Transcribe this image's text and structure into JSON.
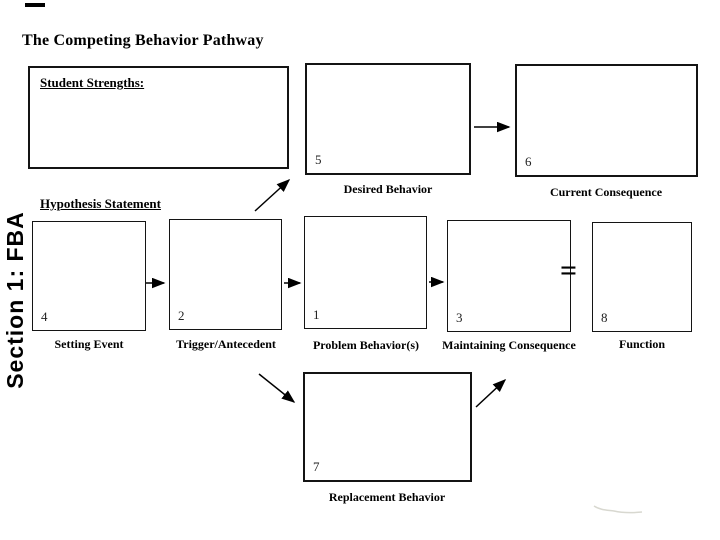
{
  "slide": {
    "title": "The Competing Behavior Pathway",
    "section_label": "Section 1: FBA",
    "strengths_heading": "Student Strengths:",
    "hypothesis_heading": "Hypothesis Statement",
    "equals_sign": "="
  },
  "boxes": {
    "setting_event": {
      "number": "4",
      "label": "Setting Event"
    },
    "trigger_antecedent": {
      "number": "2",
      "label": "Trigger/Antecedent"
    },
    "problem_behavior": {
      "number": "1",
      "label": "Problem Behavior(s)"
    },
    "maintaining_consequence": {
      "number": "3",
      "label": "Maintaining Consequence"
    },
    "function": {
      "number": "8",
      "label": "Function"
    },
    "desired_behavior": {
      "number": "5",
      "label": "Desired Behavior"
    },
    "current_consequence": {
      "number": "6",
      "label": "Current Consequence"
    },
    "replacement_behavior": {
      "number": "7",
      "label": "Replacement Behavior"
    }
  },
  "colors": {
    "line": "#000000",
    "background": "#ffffff",
    "squiggle": "#d8d8d0"
  }
}
